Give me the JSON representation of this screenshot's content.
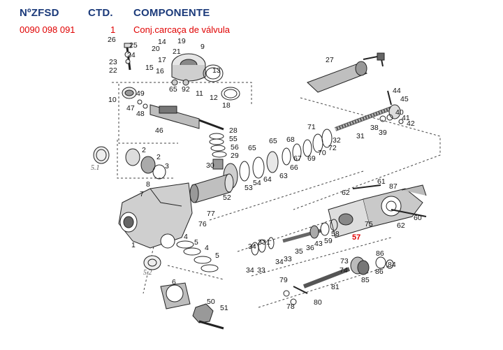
{
  "header": {
    "col_code": "NºZFSD",
    "col_qty": "CTD.",
    "col_component": "COMPONENTE"
  },
  "selected_row": {
    "code": "0090 098 091",
    "qty": "1",
    "component": "Conj.carcaça de válvula"
  },
  "colors": {
    "header_text": "#1b3a7a",
    "highlight": "#e00000",
    "line": "#222222"
  },
  "diagram": {
    "highlighted_part": "57",
    "part_labels": [
      "26",
      "25",
      "24",
      "23",
      "22",
      "14",
      "19",
      "20",
      "21",
      "9",
      "15",
      "16",
      "17",
      "18",
      "13",
      "65",
      "92",
      "11",
      "12",
      "27",
      "44",
      "45",
      "40",
      "41",
      "42",
      "38",
      "39",
      "10",
      "49",
      "47",
      "48",
      "46",
      "28",
      "55",
      "56",
      "29",
      "30",
      "2",
      "3",
      "8",
      "7",
      "1",
      "4",
      "5",
      "52",
      "53",
      "54",
      "64",
      "63",
      "65",
      "66",
      "67",
      "68",
      "69",
      "70",
      "71",
      "72",
      "31",
      "32",
      "61",
      "62",
      "87",
      "60",
      "62",
      "75",
      "77",
      "76",
      "34",
      "33",
      "35",
      "36",
      "43",
      "58",
      "59",
      "73",
      "74",
      "85",
      "86",
      "84",
      "79",
      "78",
      "80",
      "81",
      "50",
      "51",
      "6"
    ],
    "part_labels_secondary": [
      "5.1",
      "5.2"
    ]
  }
}
